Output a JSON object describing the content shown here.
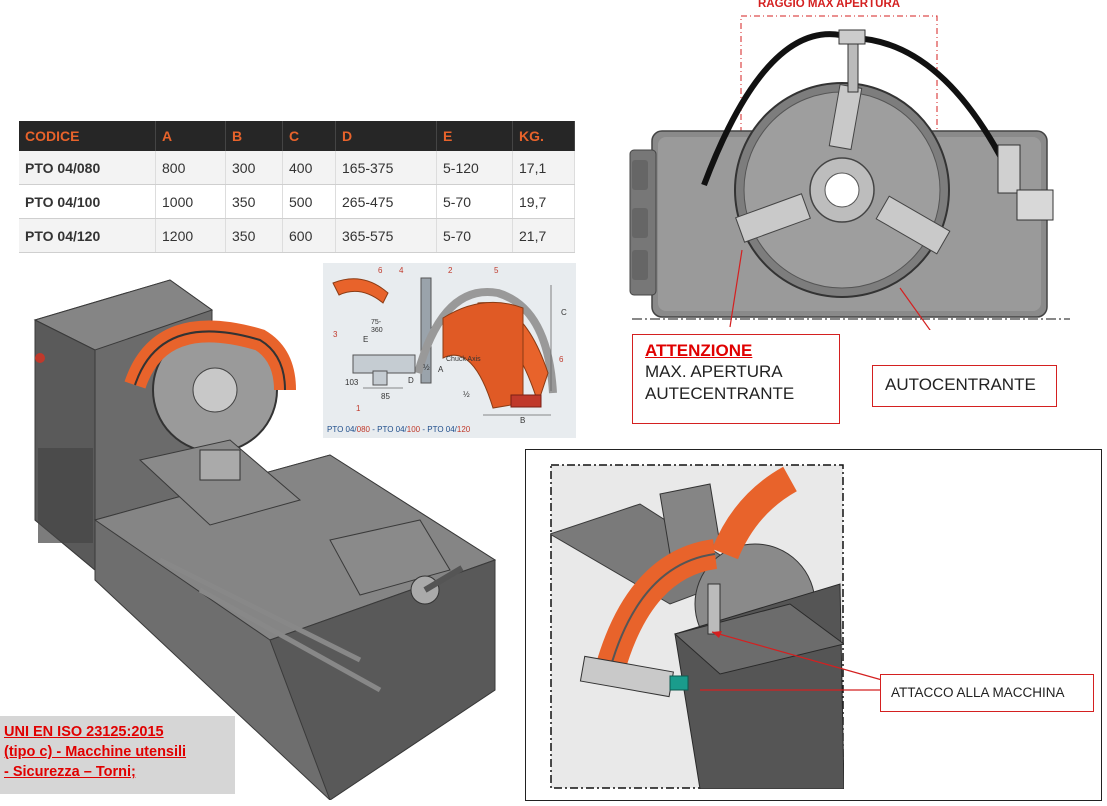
{
  "table": {
    "headers": [
      "CODICE",
      "A",
      "B",
      "C",
      "D",
      "E",
      "KG."
    ],
    "rows": [
      [
        "PTO 04/080",
        "800",
        "300",
        "400",
        "165-375",
        "5-120",
        "17,1"
      ],
      [
        "PTO 04/100",
        "1000",
        "350",
        "500",
        "265-475",
        "5-70",
        "19,7"
      ],
      [
        "PTO 04/120",
        "1200",
        "350",
        "600",
        "365-575",
        "5-70",
        "21,7"
      ]
    ]
  },
  "top_drawing": {
    "raggio_label": "RAGGIO MAX APERTURA",
    "attenzione_title": "ATTENZIONE",
    "attenzione_line1": "MAX. APERTURA",
    "attenzione_line2": "AUTECENTRANTE",
    "autocentrante_label": "AUTOCENTRANTE"
  },
  "detail_drawing": {
    "attacco_label": "ATTACCO ALLA MACCHINA"
  },
  "exploded": {
    "num_1": "1",
    "num_2": "2",
    "num_3": "3",
    "num_4": "4",
    "num_5": "5",
    "num_6a": "6",
    "num_6b": "6",
    "dim_103": "103",
    "dim_85": "85",
    "dim_a": "A",
    "dim_b": "B",
    "dim_c": "C",
    "dim_d": "D",
    "dim_e": "E",
    "dim_range": "75-360",
    "chuck_axis": "Chuck Axis",
    "half_a": "½",
    "half_b": "½",
    "caption_prefix_1": "PTO 04/",
    "caption_num_1": "080",
    "caption_sep_1": " - PTO 04/",
    "caption_num_2": "100",
    "caption_sep_2": " - PTO 04/",
    "caption_num_3": "120"
  },
  "standard_note": {
    "line1": "UNI EN ISO 23125:2015",
    "line2": "(tipo c) - Macchine utensili",
    "line3": "- Sicurezza – Torni;"
  },
  "colors": {
    "accent_orange": "#e8632b",
    "callout_red": "#d42020",
    "machine_gray": "#6e6e6e",
    "table_header_bg": "#262626"
  }
}
